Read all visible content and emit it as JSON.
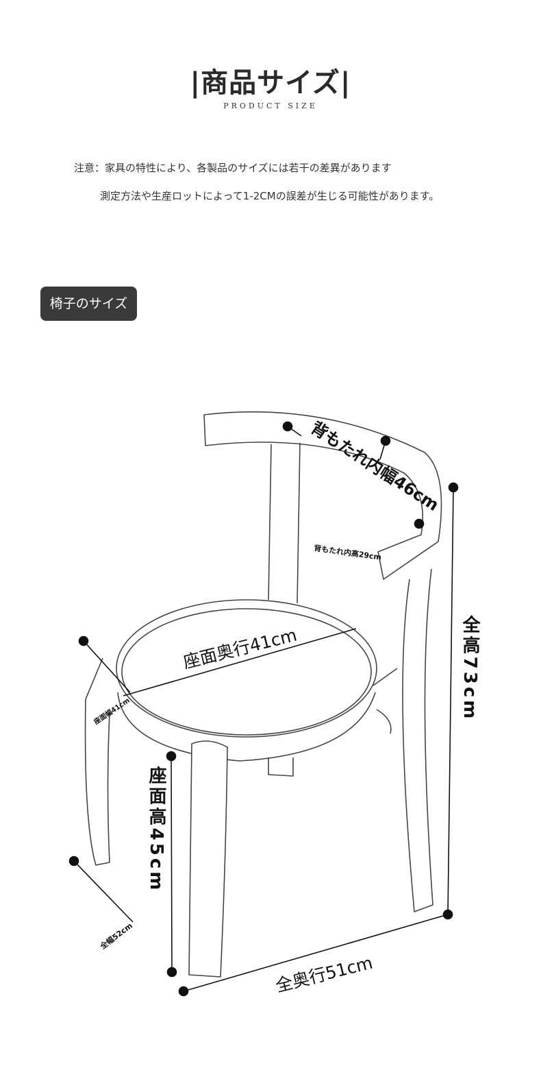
{
  "header": {
    "title": "|商品サイズ|",
    "subtitle": "PRODUCT SIZE"
  },
  "notes": {
    "line1": "注意：家具の特性により、各製品のサイズには若干の差異があります",
    "line2": "測定方法や生産ロットによって1-2CMの誤差が生じる可能性があります。"
  },
  "section": {
    "badge": "椅子のサイズ"
  },
  "dimensions": {
    "backrest_width": "背もたれ内幅46cm",
    "backrest_height": "背もたれ内高29cm",
    "seat_depth": "座面奥行41cm",
    "seat_width": "座面幅41cm",
    "total_height": "全高73cm",
    "seat_height": "座面高45cm",
    "total_width": "全幅52cm",
    "total_depth": "全奥行51cm"
  }
}
